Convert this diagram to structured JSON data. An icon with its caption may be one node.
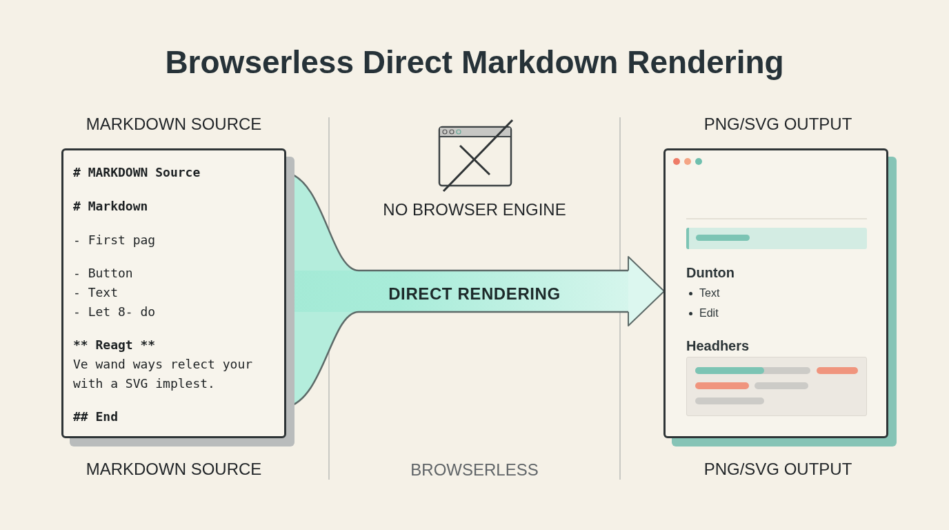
{
  "diagram": {
    "title": "Browserless Direct Markdown Rendering",
    "nodes": [
      {
        "text": [
          "# MARKDOWN Source",
          "# Markdown",
          "- First pag",
          "- Button",
          "- Text",
          "- Let 8- do",
          "** Reagt **",
          "Ve wand ways relect your with a SVG implest.",
          "## End"
        ]
      },
      {
        "text": [
          "Dunton",
          "Text",
          "Edit",
          "Headhers"
        ]
      }
    ],
    "edges": [
      {
        "from": 0,
        "to": 1,
        "arrow": "to",
        "label": "DIRECT RENDERING",
        "style": "thick"
      }
    ],
    "labels": [
      "MARKDOWN SOURCE",
      "NO BROWSER ENGINE",
      "PNG/SVG OUTPUT",
      "MARKDOWN SOURCE",
      "BROWSERLESS",
      "PNG/SVG OUTPUT"
    ]
  }
}
